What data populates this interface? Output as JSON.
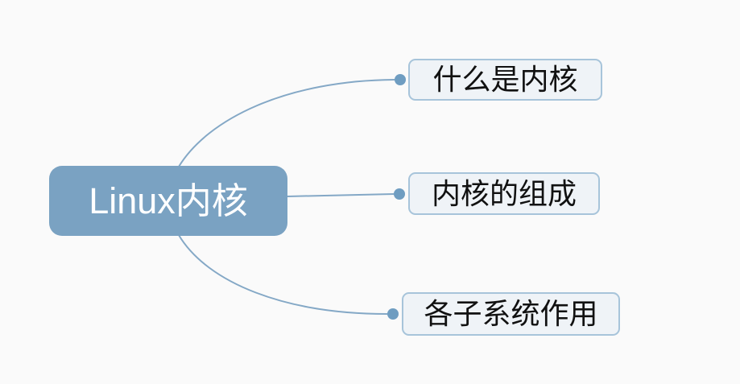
{
  "diagram": {
    "type": "mindmap",
    "root": {
      "label": "Linux内核"
    },
    "children": [
      {
        "label": "什么是内核"
      },
      {
        "label": "内核的组成"
      },
      {
        "label": "各子系统作用"
      }
    ]
  },
  "colors": {
    "bg": "#fafafa",
    "root_fill": "#7aa2c2",
    "root_text": "#ffffff",
    "connector": "#84a8c6",
    "dot": "#6f9dc1",
    "child_fill": "#eff3f7",
    "child_border": "#a7c4da",
    "child_text": "#111111"
  }
}
